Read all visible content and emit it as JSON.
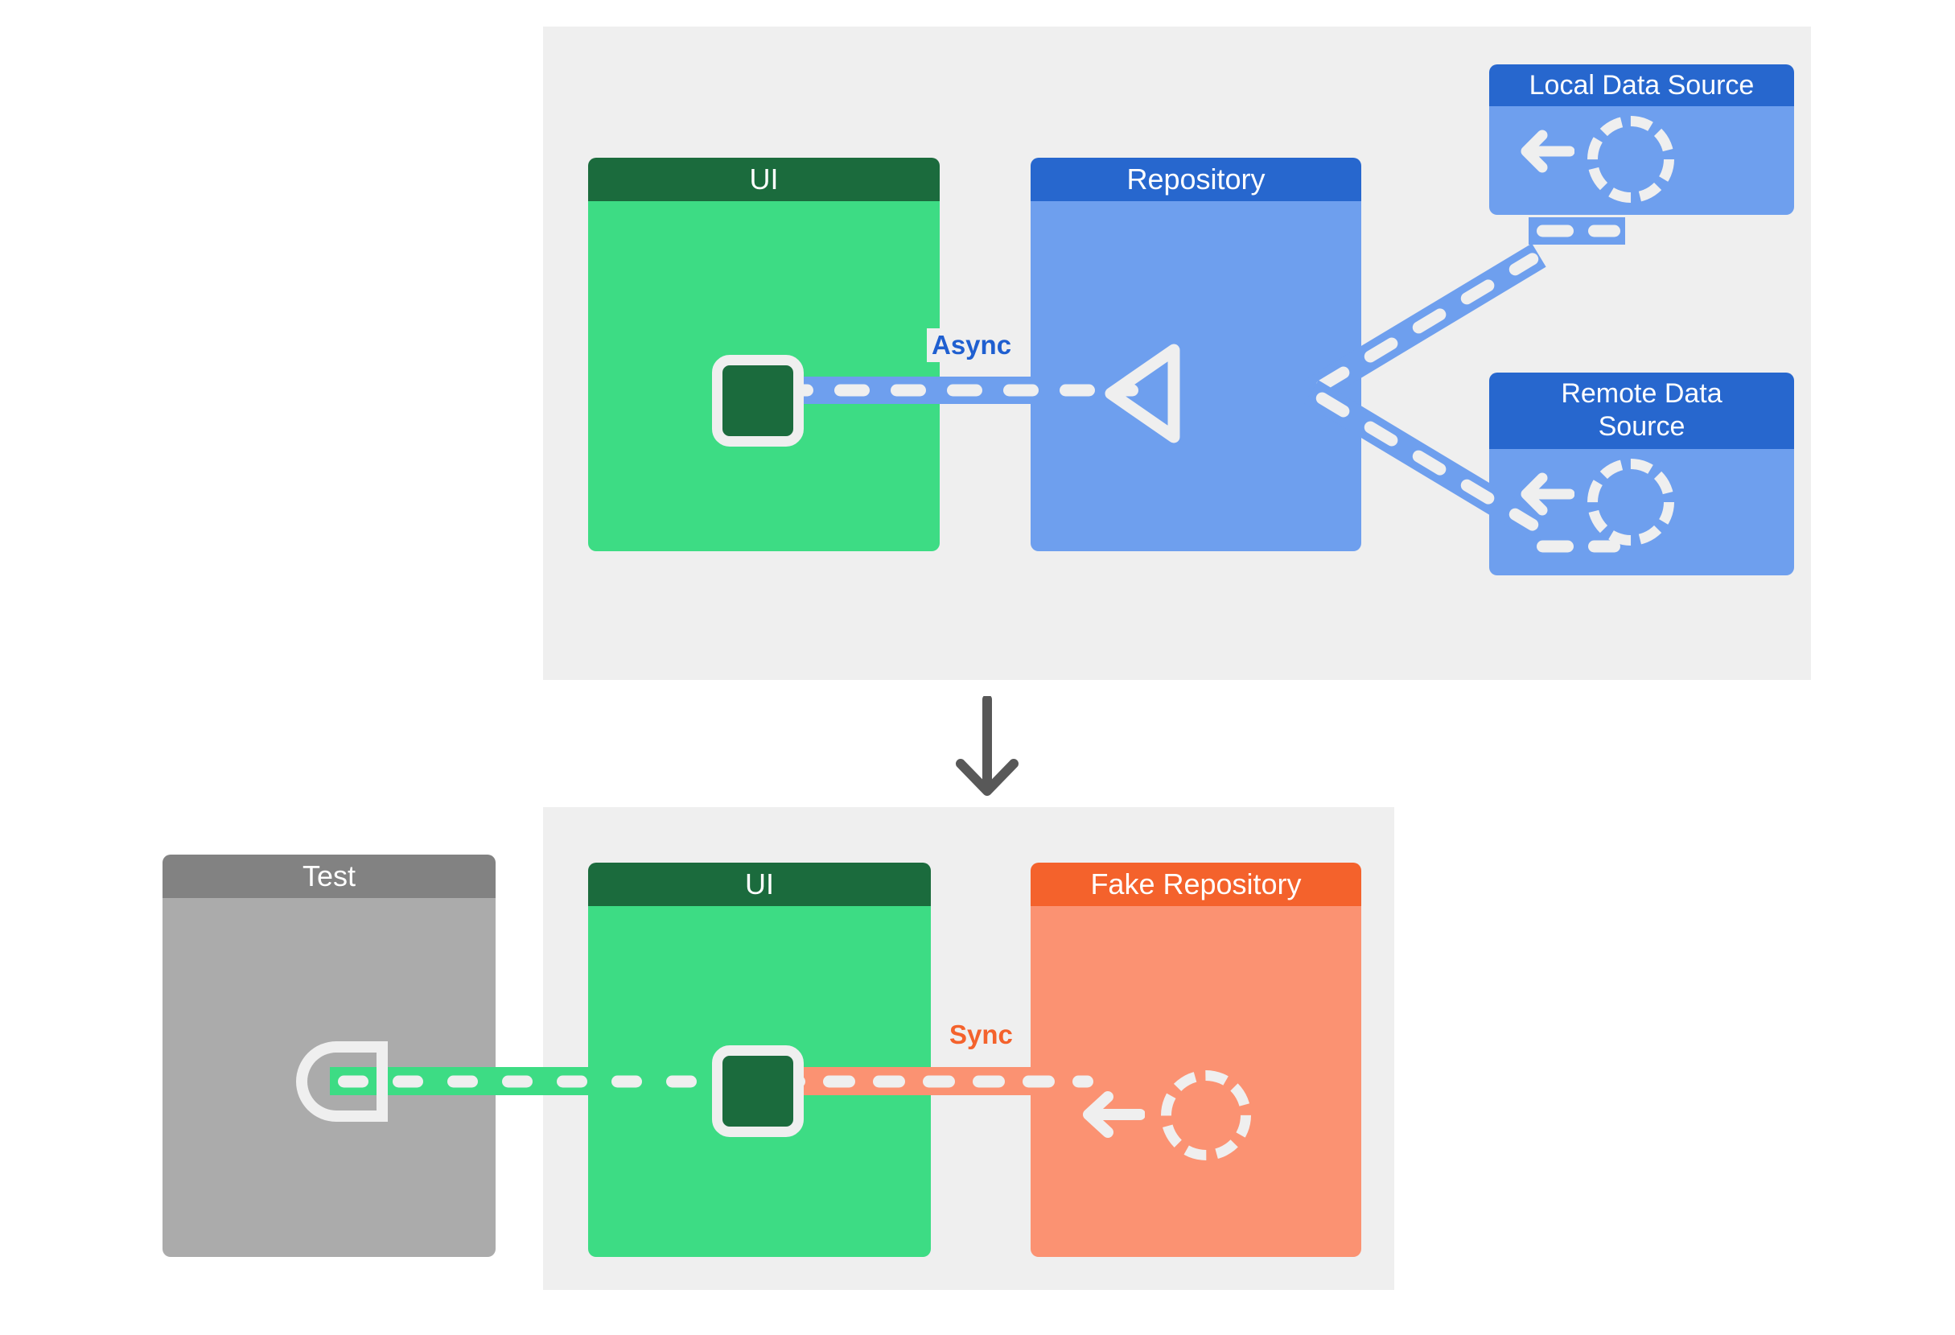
{
  "diagram": {
    "title": "Repository pattern with fake repository for testing",
    "colors": {
      "panel_background": "#efefef",
      "page_background": "#ffffff",
      "ui_header": "#1b6b3d",
      "ui_body": "#3ddc84",
      "repository_header": "#2767ce",
      "repository_body": "#6e9fee",
      "fake_repository_header": "#f4622c",
      "fake_repository_body": "#fb9272",
      "test_header": "#828282",
      "test_body": "#ababab",
      "async_label": "#1f5fd0",
      "sync_label": "#f4622c",
      "flow_arrow": "#585858",
      "dash_white": "#efefef"
    },
    "panels": [
      {
        "name": "production",
        "cards": [
          "UI",
          "Repository",
          "Local Data Source",
          "Remote Data Source"
        ]
      },
      {
        "name": "test",
        "cards": [
          "Test",
          "UI",
          "Fake Repository"
        ]
      }
    ]
  },
  "top_panel": {
    "ui": {
      "title": "UI",
      "icon": "plug-icon"
    },
    "repository": {
      "title": "Repository",
      "icon": "play-triangle-outline-icon"
    },
    "local_data_source": {
      "title": "Local Data Source",
      "icons": [
        "arrow-left-icon",
        "dashed-circle-icon"
      ]
    },
    "remote_data_source": {
      "title_line1": "Remote Data",
      "title_line2": "Source",
      "icons": [
        "arrow-left-icon",
        "dashed-circle-icon"
      ]
    },
    "connection_label": "Async"
  },
  "flow": {
    "arrow_icon": "arrow-down-icon"
  },
  "bottom_panel": {
    "test": {
      "title": "Test",
      "icon": "socket-icon"
    },
    "ui": {
      "title": "UI",
      "icon": "plug-icon"
    },
    "fake_repository": {
      "title": "Fake Repository",
      "icons": [
        "arrow-left-icon",
        "dashed-circle-icon"
      ]
    },
    "connection_label": "Sync"
  }
}
